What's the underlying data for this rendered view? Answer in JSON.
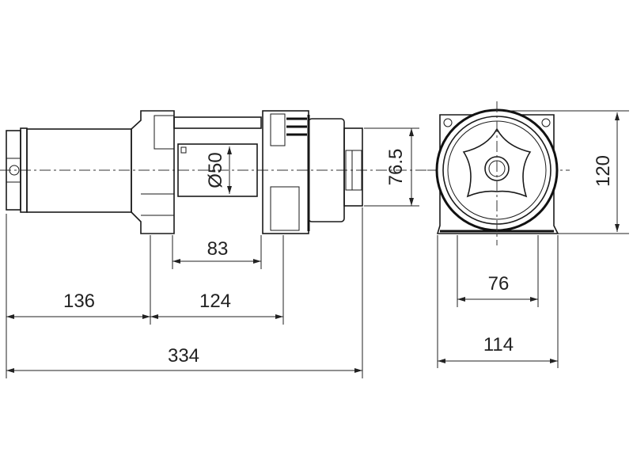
{
  "drawing": {
    "title": "Winch dimension drawing",
    "side_view": {
      "drum_diameter": "Ø50",
      "drum_length": "83",
      "motor_length": "136",
      "frame_length": "124",
      "overall_length": "334",
      "output_height": "76.5"
    },
    "front_view": {
      "height": "120",
      "bolt_spacing": "76",
      "width": "114"
    }
  }
}
